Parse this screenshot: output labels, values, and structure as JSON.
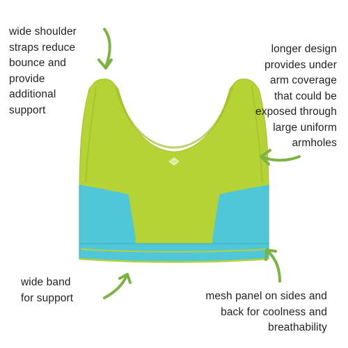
{
  "callouts": {
    "shoulder_straps": "wide shoulder\nstraps reduce\nbounce and\nprovide\nadditional\nsupport",
    "longer_design": "longer design\nprovides under\narm coverage\nthat could be\nexposed through\nlarge uniform\narmholes",
    "wide_band": "wide band\nfor support",
    "mesh_panel": "mesh panel on sides and\nback for coolness and\nbreathability"
  },
  "colors": {
    "lime": "#b5d334",
    "lime_dark": "#99b92a",
    "aqua": "#4fc7d8",
    "aqua_dark": "#3aaebf",
    "arrow": "#7cb342",
    "text": "#222222"
  }
}
